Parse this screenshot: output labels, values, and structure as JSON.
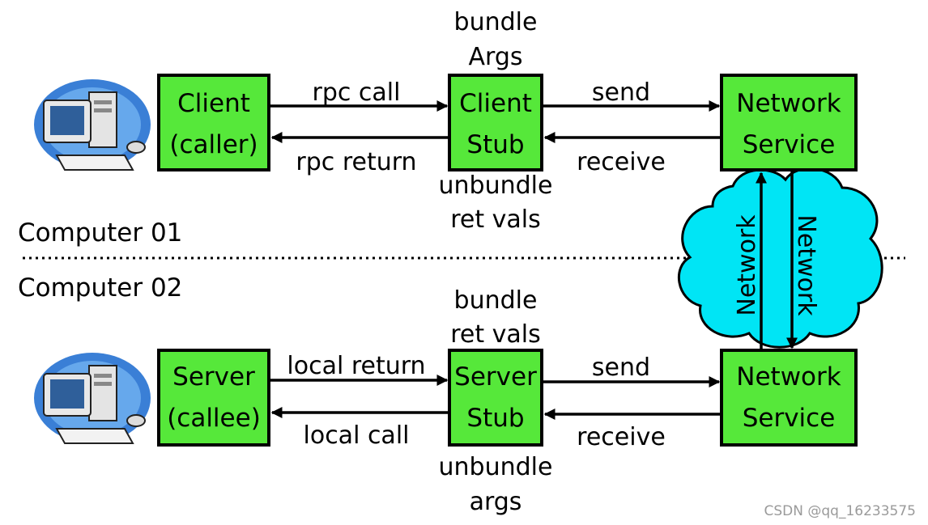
{
  "computer1": {
    "section_label": "Computer 01",
    "client": {
      "line1": "Client",
      "line2": "(caller)"
    },
    "stub": {
      "line1": "Client",
      "line2": "Stub"
    },
    "network": {
      "line1": "Network",
      "line2": "Service"
    },
    "top_note": {
      "line1": "bundle",
      "line2": "Args"
    },
    "bottom_note": {
      "line1": "unbundle",
      "line2": "ret vals"
    },
    "call_label": "rpc call",
    "return_label": "rpc return",
    "send_label": "send",
    "receive_label": "receive"
  },
  "computer2": {
    "section_label": "Computer 02",
    "server": {
      "line1": "Server",
      "line2": "(callee)"
    },
    "stub": {
      "line1": "Server",
      "line2": "Stub"
    },
    "network": {
      "line1": "Network",
      "line2": "Service"
    },
    "top_note": {
      "line1": "bundle",
      "line2": "ret vals"
    },
    "bottom_note": {
      "line1": "unbundle",
      "line2": "args"
    },
    "return_label": "local return",
    "call_label": "local call",
    "send_label": "send",
    "receive_label": "receive"
  },
  "network_link": {
    "up_label": "Network",
    "down_label": "Network"
  },
  "icons": {
    "computer": "desktop-computer-icon",
    "cloud": "network-cloud-icon"
  },
  "colors": {
    "box_fill": "#56e83a",
    "cloud_fill": "#00e5f5"
  },
  "watermark": "CSDN @qq_16233575"
}
